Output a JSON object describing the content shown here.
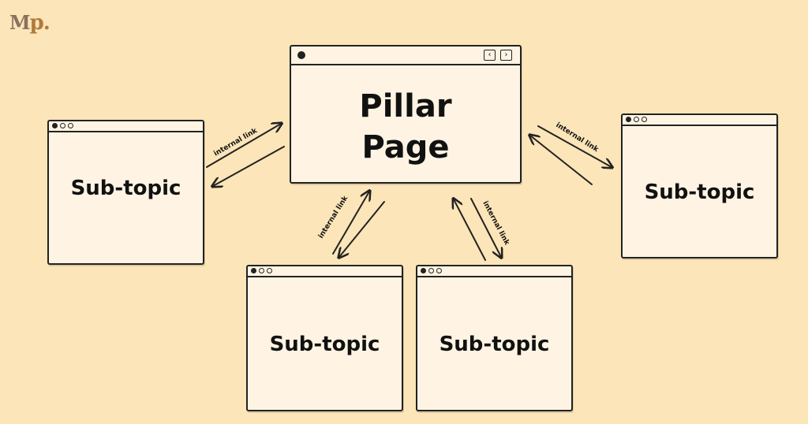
{
  "logo": {
    "m": "M",
    "p": "p."
  },
  "pillar": {
    "title_line1": "Pillar",
    "title_line2": "Page",
    "nav_back_icon": "chevron-left",
    "nav_forward_icon": "chevron-right"
  },
  "subtopics": [
    {
      "label": "Sub-topic"
    },
    {
      "label": "Sub-topic"
    },
    {
      "label": "Sub-topic"
    },
    {
      "label": "Sub-topic"
    }
  ],
  "links": [
    {
      "label": "internal link"
    },
    {
      "label": "internal link"
    },
    {
      "label": "internal link"
    },
    {
      "label": "internal link"
    }
  ],
  "colors": {
    "background": "#fce5b8",
    "window_fill": "#fff4e3",
    "stroke": "#222222"
  }
}
